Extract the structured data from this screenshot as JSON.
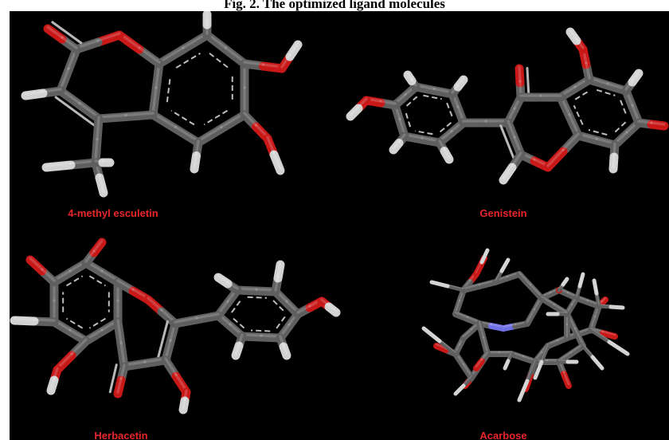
{
  "figure": {
    "caption": "Fig. 2. The optimized ligand molecules"
  },
  "molecules": [
    {
      "label": "4-methyl esculetin"
    },
    {
      "label": "Genistein"
    },
    {
      "label": "Herbacetin"
    },
    {
      "label": "Acarbose"
    }
  ],
  "colors": {
    "background": "#000000",
    "label": "#e8262c",
    "carbon": "#5f5f5f",
    "oxygen": "#c81818",
    "hydrogen": "#d2d2d2",
    "nitrogen": "#6f6fe6"
  }
}
